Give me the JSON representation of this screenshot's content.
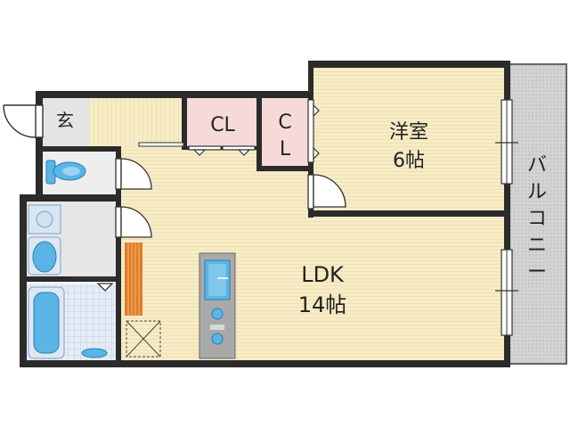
{
  "labels": {
    "genkan": "玄",
    "cl1": "CL",
    "cl2_top": "C",
    "cl2_bottom": "L",
    "western_room": "洋室",
    "western_size": "6帖",
    "ldk": "LDK",
    "ldk_size": "14帖",
    "balcony": [
      "バ",
      "ル",
      "コ",
      "ニ",
      "ー"
    ]
  },
  "colors": {
    "wall": "#2b2b2b",
    "room_floor": "#f7ecc6",
    "room_line": "#eadca8",
    "closet": "#f6d9d9",
    "wet_area": "#e9e9e9",
    "bath_tile": "#dfe7f2",
    "fixture_blue": "#5ab4e6",
    "balcony": "#d9d9d9",
    "floor_mat": "#e07d2b"
  }
}
